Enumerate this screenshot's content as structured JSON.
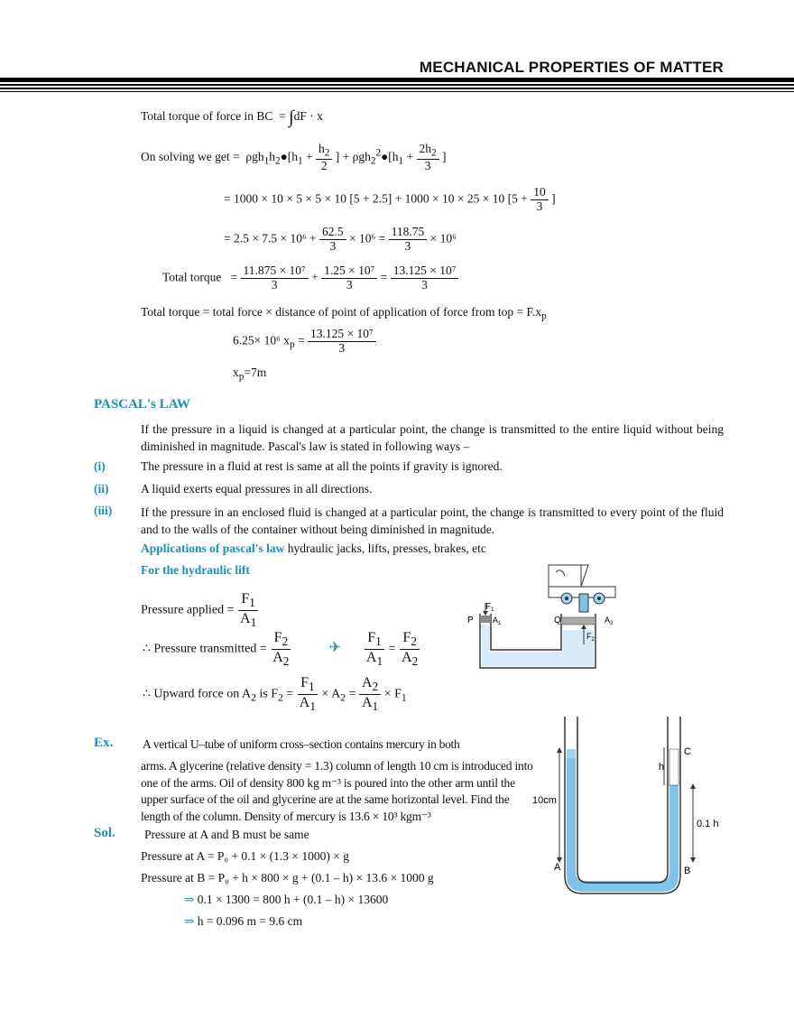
{
  "header": {
    "title": "MECHANICAL PROPERTIES OF MATTER"
  },
  "torque": {
    "bc_label": "Total torque of force in BC",
    "bc_expr": "dF · x",
    "solving_prefix": "On solving we get  =",
    "line1": "= 1000 × 10 × 5 × 5 × 10 [5 + 2.5] + 1000 × 10 × 25 × 10 [5 +",
    "line1_num": "10",
    "line1_den": "3",
    "line2_a": "= 2.5 × 7.5 × 10⁶ +",
    "line2_n1": "62.5",
    "line2_d1": "3",
    "line2_b": "× 10⁶ =",
    "line2_n2": "118.75",
    "line2_d2": "3",
    "line2_c": "× 10⁶",
    "total_label": "Total torque",
    "t_n1": "11.875 × 10⁷",
    "t_n2": "1.25 × 10⁷",
    "t_n3": "13.125 × 10⁷",
    "t_d": "3",
    "app_line": "Total torque = total force × distance of point of application of force from top = F.x",
    "xp_lhs": "6.25× 10⁶ x",
    "xp_num": "13.125 × 10⁷",
    "xp_den": "3",
    "xp_result": "x",
    "xp_val": "=7m"
  },
  "pascal": {
    "heading": "PASCAL's LAW",
    "intro": "If the pressure in a liquid is changed at a particular point, the change is transmitted to the entire liquid without being diminished in magnitude. Pascal's law is stated in following ways –",
    "items": [
      {
        "num": "(i)",
        "text": "The pressure in a fluid at rest is same at all the points if gravity is ignored."
      },
      {
        "num": "(ii)",
        "text": "A liquid exerts equal pressures in all directions."
      },
      {
        "num": "(iii)",
        "text": "If the pressure in an enclosed fluid is changed at a particular point, the change is transmitted to every point of the fluid and to the walls of the container without being diminished in magnitude."
      }
    ],
    "app_label": "Applications of pascal's law",
    "app_text": "hydraulic jacks, lifts, presses, brakes, etc",
    "lift_label": "For the hydraulic lift",
    "pressure_applied": "Pressure applied =",
    "pressure_transmitted": "∴  Pressure transmitted =",
    "upward": "∴  Upward force on A",
    "upward_is": "is F",
    "F1": "F",
    "A1": "A",
    "F2": "F",
    "A2": "A"
  },
  "lift_diagram": {
    "F1": "F",
    "P": "P",
    "A1": "A",
    "Q": "Q",
    "A2": "A",
    "F2": "F"
  },
  "example": {
    "label": "Ex.",
    "first": "A vertical U–tube of uniform cross–section contains mercury in both",
    "rest": "arms. A glycerine (relative density = 1.3) column of length 10 cm is introduced into one of the arms. Oil of density 800 kg m⁻³ is poured into the other arm until the  upper surface of the oil and glycerine are at the same horizontal level. Find the length of the column. Density of mercury is 13.6 × 10³ kgm⁻³"
  },
  "solution": {
    "label": "Sol.",
    "line0": "Pressure at A and B must be same",
    "line1": "Pressure at A = P₀ + 0.1 × (1.3 × 1000) × g",
    "line2": "Pressure at B = P₀ + h × 800 × g + (0.1 – h) × 13.6 × 1000 g",
    "line3": "0.1 × 1300 = 800 h + (0.1 – h) × 13600",
    "line4": "h = 0.096 m = 9.6 cm",
    "arrow": "⇒"
  },
  "utube": {
    "C": "C",
    "h": "h",
    "ten_cm": "10cm",
    "point1h": "0.1  h",
    "A": "A",
    "B": "B"
  },
  "colors": {
    "accent": "#1a8fb8",
    "liquid": "#7fc3e8"
  }
}
